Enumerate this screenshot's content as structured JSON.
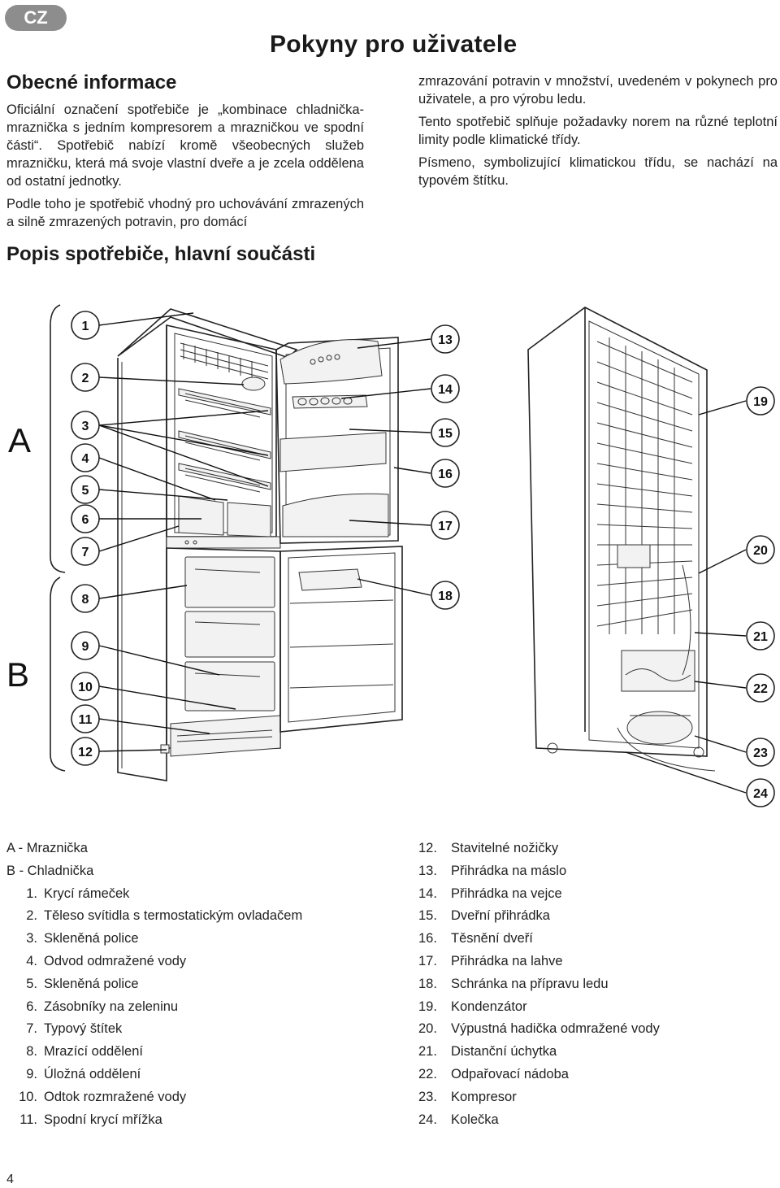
{
  "header": {
    "language_badge": "CZ",
    "title": "Pokyny pro uživatele"
  },
  "sections": {
    "general": {
      "heading": "Obecné informace",
      "paragraphs_left": [
        "Oficiální označení spotřebiče je „kombinace chladnička-mraznička s jedním kompresorem a mrazničkou ve spodní části“. Spotřebič nabízí kromě všeobecných služeb mrazničku, která má svoje vlastní dveře a je zcela oddělena od ostatní jednotky.",
        "Podle toho je spotřebič vhodný pro uchovávání zmrazených a silně zmrazených potravin, pro domácí"
      ],
      "paragraphs_right": [
        "zmrazování potravin v množství, uvedeném v pokynech pro uživatele, a pro výrobu ledu.",
        "Tento spotřebič splňuje požadavky norem na různé teplotní limity podle klimatické třídy.",
        "Písmeno, symbolizující klimatickou třídu, se nachází na typovém štítku."
      ]
    },
    "description": {
      "heading": "Popis spotřebiče, hlavní součásti"
    }
  },
  "diagram": {
    "group_labels": [
      "A",
      "B"
    ],
    "numbers": [
      "1",
      "2",
      "3",
      "4",
      "5",
      "6",
      "7",
      "8",
      "9",
      "10",
      "11",
      "12",
      "13",
      "14",
      "15",
      "16",
      "17",
      "18",
      "19",
      "20",
      "21",
      "22",
      "23",
      "24"
    ]
  },
  "legend": {
    "groups": [
      {
        "key": "A",
        "text": "A - Mraznička"
      },
      {
        "key": "B",
        "text": "B - Chladnička"
      }
    ],
    "left_items": [
      {
        "num": "1.",
        "label": "Krycí rámeček"
      },
      {
        "num": "2.",
        "label": "Těleso svítidla s termostatickým ovladačem"
      },
      {
        "num": "3.",
        "label": "Skleněná police"
      },
      {
        "num": "4.",
        "label": "Odvod odmražené vody"
      },
      {
        "num": "5.",
        "label": "Skleněná police"
      },
      {
        "num": "6.",
        "label": "Zásobníky na zeleninu"
      },
      {
        "num": "7.",
        "label": "Typový štítek"
      },
      {
        "num": "8.",
        "label": "Mrazící oddělení"
      },
      {
        "num": "9.",
        "label": "Úložná oddělení"
      },
      {
        "num": "10.",
        "label": "Odtok rozmražené vody"
      },
      {
        "num": "11.",
        "label": "Spodní krycí mřížka"
      }
    ],
    "right_items": [
      {
        "num": "12.",
        "label": "Stavitelné nožičky"
      },
      {
        "num": "13.",
        "label": "Přihrádka na máslo"
      },
      {
        "num": "14.",
        "label": "Přihrádka na vejce"
      },
      {
        "num": "15.",
        "label": "Dveřní přihrádka"
      },
      {
        "num": "16.",
        "label": "Těsnění dveří"
      },
      {
        "num": "17.",
        "label": "Přihrádka na lahve"
      },
      {
        "num": "18.",
        "label": "Schránka na přípravu ledu"
      },
      {
        "num": "19.",
        "label": "Kondenzátor"
      },
      {
        "num": "20.",
        "label": "Výpustná hadička odmražené vody"
      },
      {
        "num": "21.",
        "label": "Distanční úchytka"
      },
      {
        "num": "22.",
        "label": "Odpařovací nádoba"
      },
      {
        "num": "23.",
        "label": "Kompresor"
      },
      {
        "num": "24.",
        "label": "Kolečka"
      }
    ]
  },
  "footer": {
    "page_number": "4"
  }
}
